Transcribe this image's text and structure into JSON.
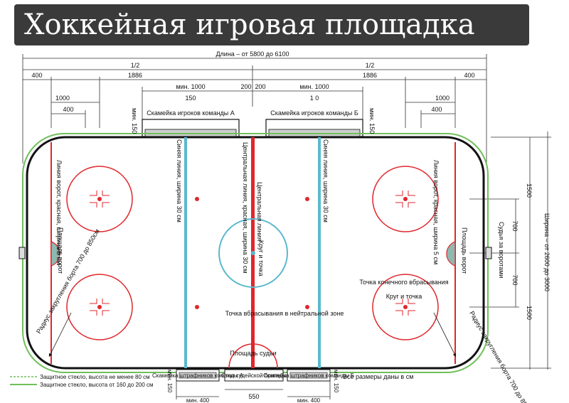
{
  "title": "Хоккейная игровая площадка",
  "dims": {
    "length": "Длина – от 5800 до 6100",
    "half": "1/2",
    "d400": "400",
    "d1886": "1886",
    "d1000": "1000",
    "min1000": "мин. 1000",
    "d150": "150",
    "d200": "200",
    "d10": "1 0",
    "min150": "мин. 150",
    "width": "Ширина – от 2600 до 3000",
    "d1500": "1500",
    "d700": "700",
    "d550": "550",
    "min400": "мин. 400"
  },
  "labels": {
    "bench_a": "Скамейка игроков команды А",
    "bench_b": "Скамейка игроков команды Б",
    "blue_line": "Синяя линия, ширина 30 см",
    "center_line": "Центральная линия, красная, ширина 30 см",
    "center_line_2": "Центральная линия",
    "goal_line": "Линия ворот, красная, ширина 5 см",
    "goal_area": "Площадь ворот",
    "center_circle": "Круг и точка",
    "neutral_dot": "Точка вбрасывания в нейтральной зоне",
    "referee_area": "Площадь судьи",
    "goal_judge": "Судья за воротами",
    "end_faceoff": "Точка конечного вбрасывания",
    "circle_dot": "Круг и точка",
    "radius": "Радиус закругления борта 700 до 850см",
    "penalty_a": "Скамейка штрафников команды А",
    "timekeeper": "Стоп судейской бригады",
    "penalty_b": "Скамейка штрафников команды Б",
    "glass_low": "Защитное стекло, высота не менее 80 см",
    "glass_high": "Защитное стекло, высота от 160 до 200 см",
    "all_units": "Все размеры даны в см"
  },
  "colors": {
    "red": "#e0262b",
    "blue": "#5bb8cc",
    "green": "#6fbf5a",
    "board": "#111111",
    "crease": "#8fb8b0"
  }
}
